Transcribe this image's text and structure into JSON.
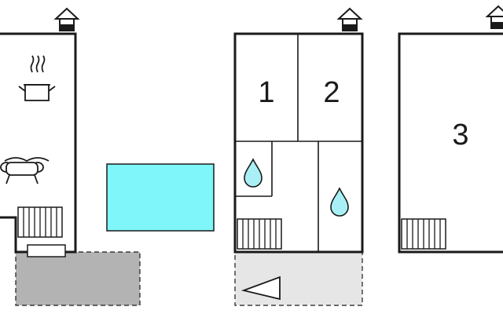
{
  "colors": {
    "wall": "#1a1a1a",
    "pool": "#7ff6f9",
    "terrace": "#b3b3b3",
    "entrance_area": "#e6e6e6",
    "water_drop": "#a8f0f5"
  },
  "floors": [
    {
      "id": "ground",
      "icons": [
        "house-marker-icon",
        "cooking-pot-icon",
        "sofa-icon",
        "staircase-icon"
      ]
    },
    {
      "id": "first",
      "rooms": [
        "1",
        "2"
      ],
      "icons": [
        "house-marker-icon",
        "water-drop-icon",
        "water-drop-icon",
        "staircase-icon",
        "entrance-arrow-icon"
      ]
    },
    {
      "id": "second",
      "rooms": [
        "3"
      ],
      "icons": [
        "house-marker-icon",
        "staircase-icon"
      ]
    }
  ],
  "outdoor": [
    "pool",
    "terrace"
  ]
}
